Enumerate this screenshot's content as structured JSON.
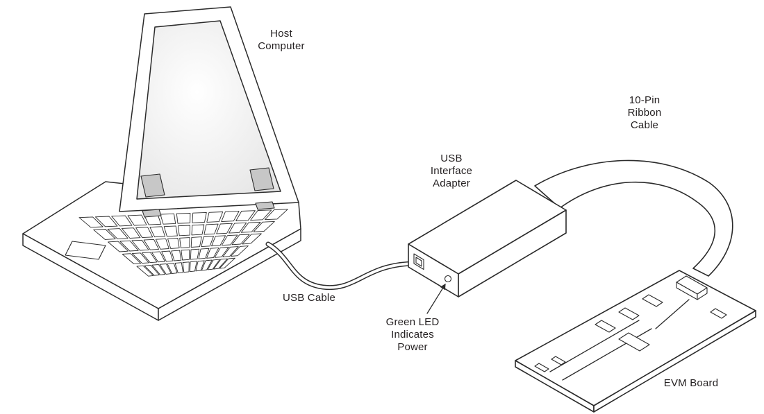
{
  "diagram": {
    "labels": {
      "host_computer": "Host\nComputer",
      "usb_interface_adapter": "USB\nInterface\nAdapter",
      "ribbon_cable": "10-Pin\nRibbon\nCable",
      "usb_cable": "USB Cable",
      "green_led": "Green LED\nIndicates\nPower",
      "evm_board": "EVM Board"
    },
    "colors": {
      "ink": "#2b2b2b",
      "text": "#231f20",
      "background": "#ffffff",
      "hinge_gray": "#c7c7c7"
    }
  }
}
